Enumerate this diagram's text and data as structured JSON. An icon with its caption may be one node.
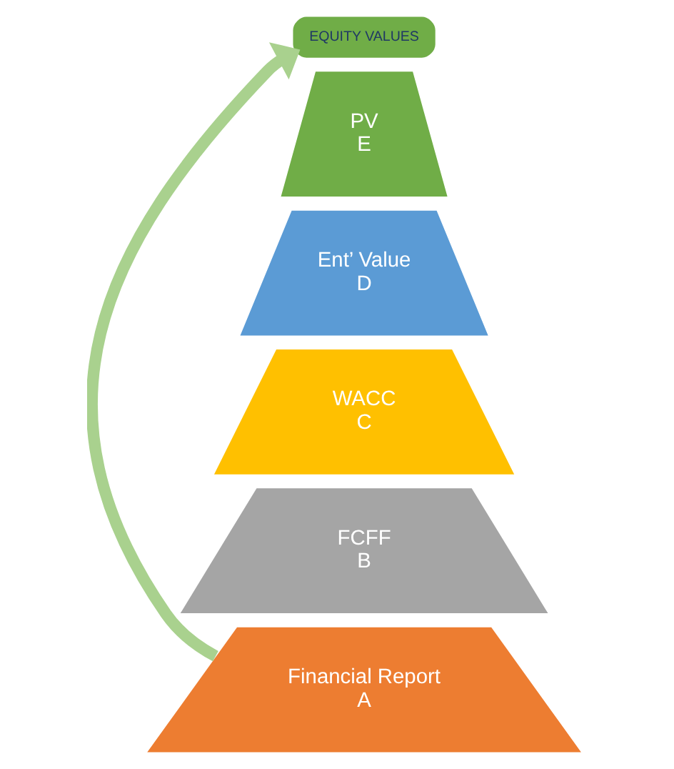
{
  "diagram": {
    "nodes": [
      {
        "text": [
          "EQUITY VALUES"
        ]
      },
      {
        "text": [
          "PV",
          "E"
        ]
      },
      {
        "text": [
          "Ent’ Value",
          "D"
        ]
      },
      {
        "text": [
          "WACC",
          "C"
        ]
      },
      {
        "text": [
          "FCFF",
          "B"
        ]
      },
      {
        "text": [
          "Financial Report",
          "A"
        ]
      }
    ],
    "edges": [
      {
        "from": 5,
        "to": 0,
        "arrow": "to",
        "color": "#a9d18e"
      }
    ]
  }
}
